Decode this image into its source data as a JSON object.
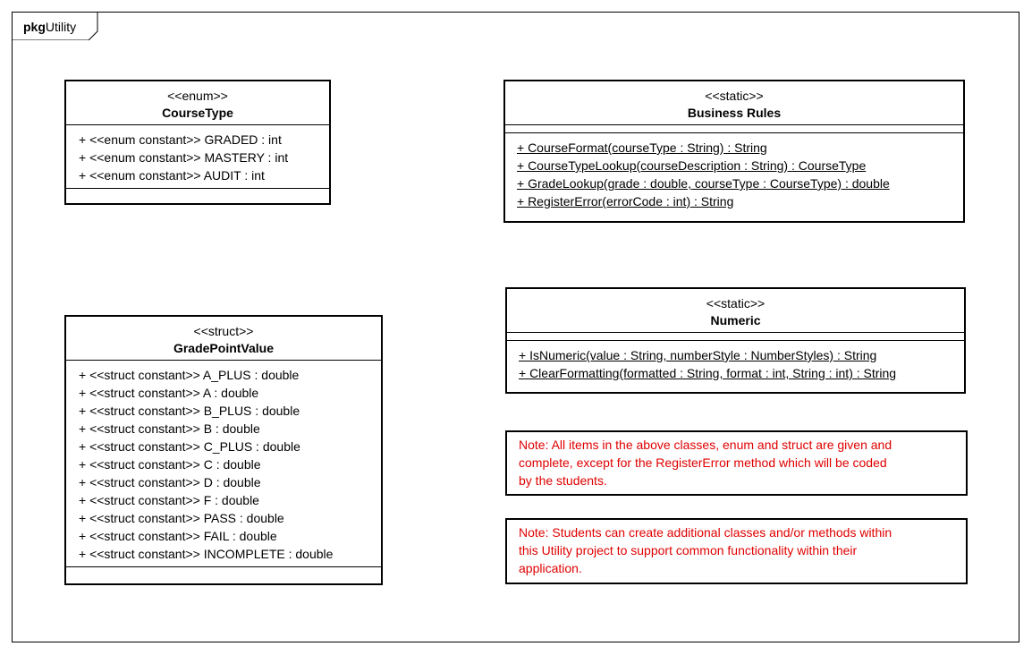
{
  "package": {
    "keyword": "pkg",
    "name": "Utility"
  },
  "classes": {
    "course_type": {
      "stereotype": "<<enum>>",
      "name": "CourseType",
      "attributes": [
        "+ <<enum constant>> GRADED : int",
        "+ <<enum constant>> MASTERY : int",
        "+ <<enum constant>> AUDIT : int"
      ]
    },
    "business_rules": {
      "stereotype": "<<static>>",
      "name": "Business Rules",
      "operations": [
        "+ CourseFormat(courseType : String) : String",
        "+ CourseTypeLookup(courseDescription : String) : CourseType",
        "+ GradeLookup(grade : double, courseType : CourseType) : double",
        "+ RegisterError(errorCode : int) : String"
      ]
    },
    "grade_point_value": {
      "stereotype": "<<struct>>",
      "name": "GradePointValue",
      "attributes": [
        "+ <<struct constant>> A_PLUS : double",
        "+ <<struct constant>> A : double",
        "+ <<struct constant>> B_PLUS : double",
        "+ <<struct constant>> B : double",
        "+ <<struct constant>> C_PLUS : double",
        "+ <<struct constant>> C : double",
        "+ <<struct constant>> D : double",
        "+ <<struct constant>> F : double",
        "+ <<struct constant>> PASS : double",
        "+ <<struct constant>> FAIL : double",
        "+ <<struct constant>> INCOMPLETE : double"
      ]
    },
    "numeric": {
      "stereotype": "<<static>>",
      "name": "Numeric",
      "operations": [
        "+ IsNumeric(value : String, numberStyle : NumberStyles) : String",
        "+ ClearFormatting(formatted : String, format : int, String : int) : String"
      ]
    }
  },
  "notes": [
    {
      "lines": [
        "Note:  All items in the above classes, enum and struct are given and",
        "complete, except for the RegisterError method which will be coded",
        "by the students."
      ]
    },
    {
      "lines": [
        "Note: Students can create additional classes and/or methods within",
        "this Utility project to support common functionality within their",
        "application."
      ]
    }
  ],
  "colors": {
    "note_text": "#e00000",
    "border": "#000000"
  }
}
